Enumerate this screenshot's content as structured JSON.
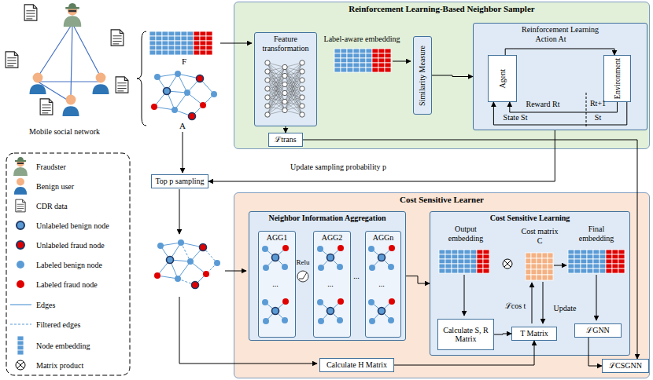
{
  "diagram": {
    "nodes": [
      {
        "text": [
          "Reinforcement Learning-Based Neighbor Sampler"
        ]
      },
      {
        "text": [
          "Feature transformation"
        ],
        "in": 0
      },
      {
        "text": [
          "ℒtrans"
        ],
        "in": 0
      },
      {
        "text": [
          "Similarity Measure"
        ],
        "in": 0
      },
      {
        "text": [
          "Reinforcement Learning"
        ],
        "in": 0
      },
      {
        "text": [
          "Agent"
        ],
        "in": 4
      },
      {
        "text": [
          "Environment"
        ],
        "in": 4
      },
      {
        "text": [
          "Top p sampling"
        ]
      },
      {
        "text": [
          "Cost Sensitive Learner"
        ]
      },
      {
        "text": [
          "Neighbor Information Aggregation"
        ],
        "in": 8
      },
      {
        "text": [
          "AGG1"
        ],
        "in": 9
      },
      {
        "text": [
          "AGG2"
        ],
        "in": 9
      },
      {
        "text": [
          "AGGn"
        ],
        "in": 9
      },
      {
        "text": [
          "Cost Sensitive Learning"
        ],
        "in": 8
      },
      {
        "text": [
          "Calculate S, R Matrix"
        ],
        "in": 13
      },
      {
        "text": [
          "T Matrix"
        ],
        "in": 13
      },
      {
        "text": [
          "ℒGNN"
        ],
        "in": 13
      },
      {
        "text": [
          "Calculate H Matrix"
        ],
        "in": 8
      },
      {
        "text": [
          "ℒCSGNN"
        ],
        "in": 8
      }
    ],
    "edges": [
      {
        "from": 1,
        "to": 2,
        "arrow": "to"
      },
      {
        "from": 3,
        "to": 4,
        "arrow": "to"
      },
      {
        "from": 5,
        "to": 6,
        "label": "Action At",
        "arrow": "to"
      },
      {
        "from": 6,
        "to": 5,
        "label": "Reward Rt",
        "arrow": "to"
      },
      {
        "from": 6,
        "to": 5,
        "label": "State St",
        "arrow": "to"
      },
      {
        "from": 4,
        "to": 7,
        "label": "Update sampling probability p",
        "arrow": "to"
      },
      {
        "from": 2,
        "to": 18,
        "arrow": "to"
      },
      {
        "from": 9,
        "to": 13,
        "arrow": "to"
      },
      {
        "from": 14,
        "to": 15,
        "arrow": "to"
      },
      {
        "from": 17,
        "to": 15,
        "arrow": "to"
      },
      {
        "from": 16,
        "to": 18,
        "arrow": "to"
      }
    ],
    "labels": [
      "Mobile social network",
      "F",
      "A",
      "Label-aware embedding",
      "Rt+1",
      "St",
      "Relu",
      "...",
      "...",
      "...",
      "...",
      "Output embedding",
      "Cost matrix C",
      "Final embedding",
      "Update",
      "ℒcos t"
    ],
    "legend": [
      {
        "text": "Fraudster"
      },
      {
        "text": "Benign user"
      },
      {
        "text": "CDR data"
      },
      {
        "text": "Unlabeled benign node"
      },
      {
        "text": "Unlabeled fraud node"
      },
      {
        "text": "Labeled benign node",
        "color": "#5b9bd5"
      },
      {
        "text": "Labeled fraud node",
        "color": "#e00000"
      },
      {
        "text": "Edges"
      },
      {
        "text": "Filtered edges"
      },
      {
        "text": "Node embedding"
      },
      {
        "text": "Matrix product"
      }
    ]
  }
}
